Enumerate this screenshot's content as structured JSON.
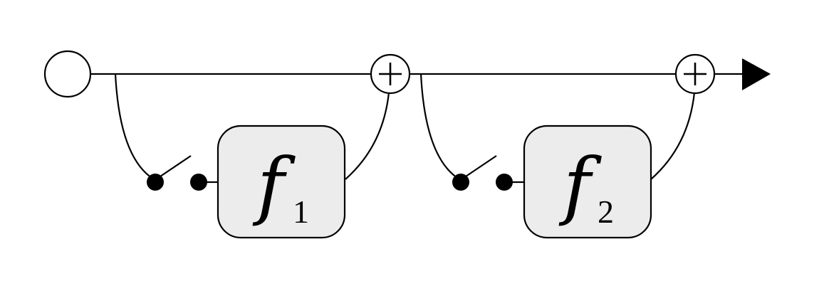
{
  "diagram": {
    "input_node": "empty-circle",
    "blocks": [
      {
        "id": "block-1",
        "letter": "f",
        "subscript": "1",
        "fill_color": "#ececec"
      },
      {
        "id": "block-2",
        "letter": "f",
        "subscript": "2",
        "fill_color": "#ececec"
      }
    ],
    "summing_junctions": [
      {
        "id": "sum-1",
        "symbol": "plus"
      },
      {
        "id": "sum-2",
        "symbol": "plus"
      }
    ],
    "switches": [
      {
        "id": "switch-1",
        "state": "open"
      },
      {
        "id": "switch-2",
        "state": "open"
      }
    ],
    "output": "arrowhead",
    "line_color": "#000000",
    "background_color": "#ffffff"
  }
}
